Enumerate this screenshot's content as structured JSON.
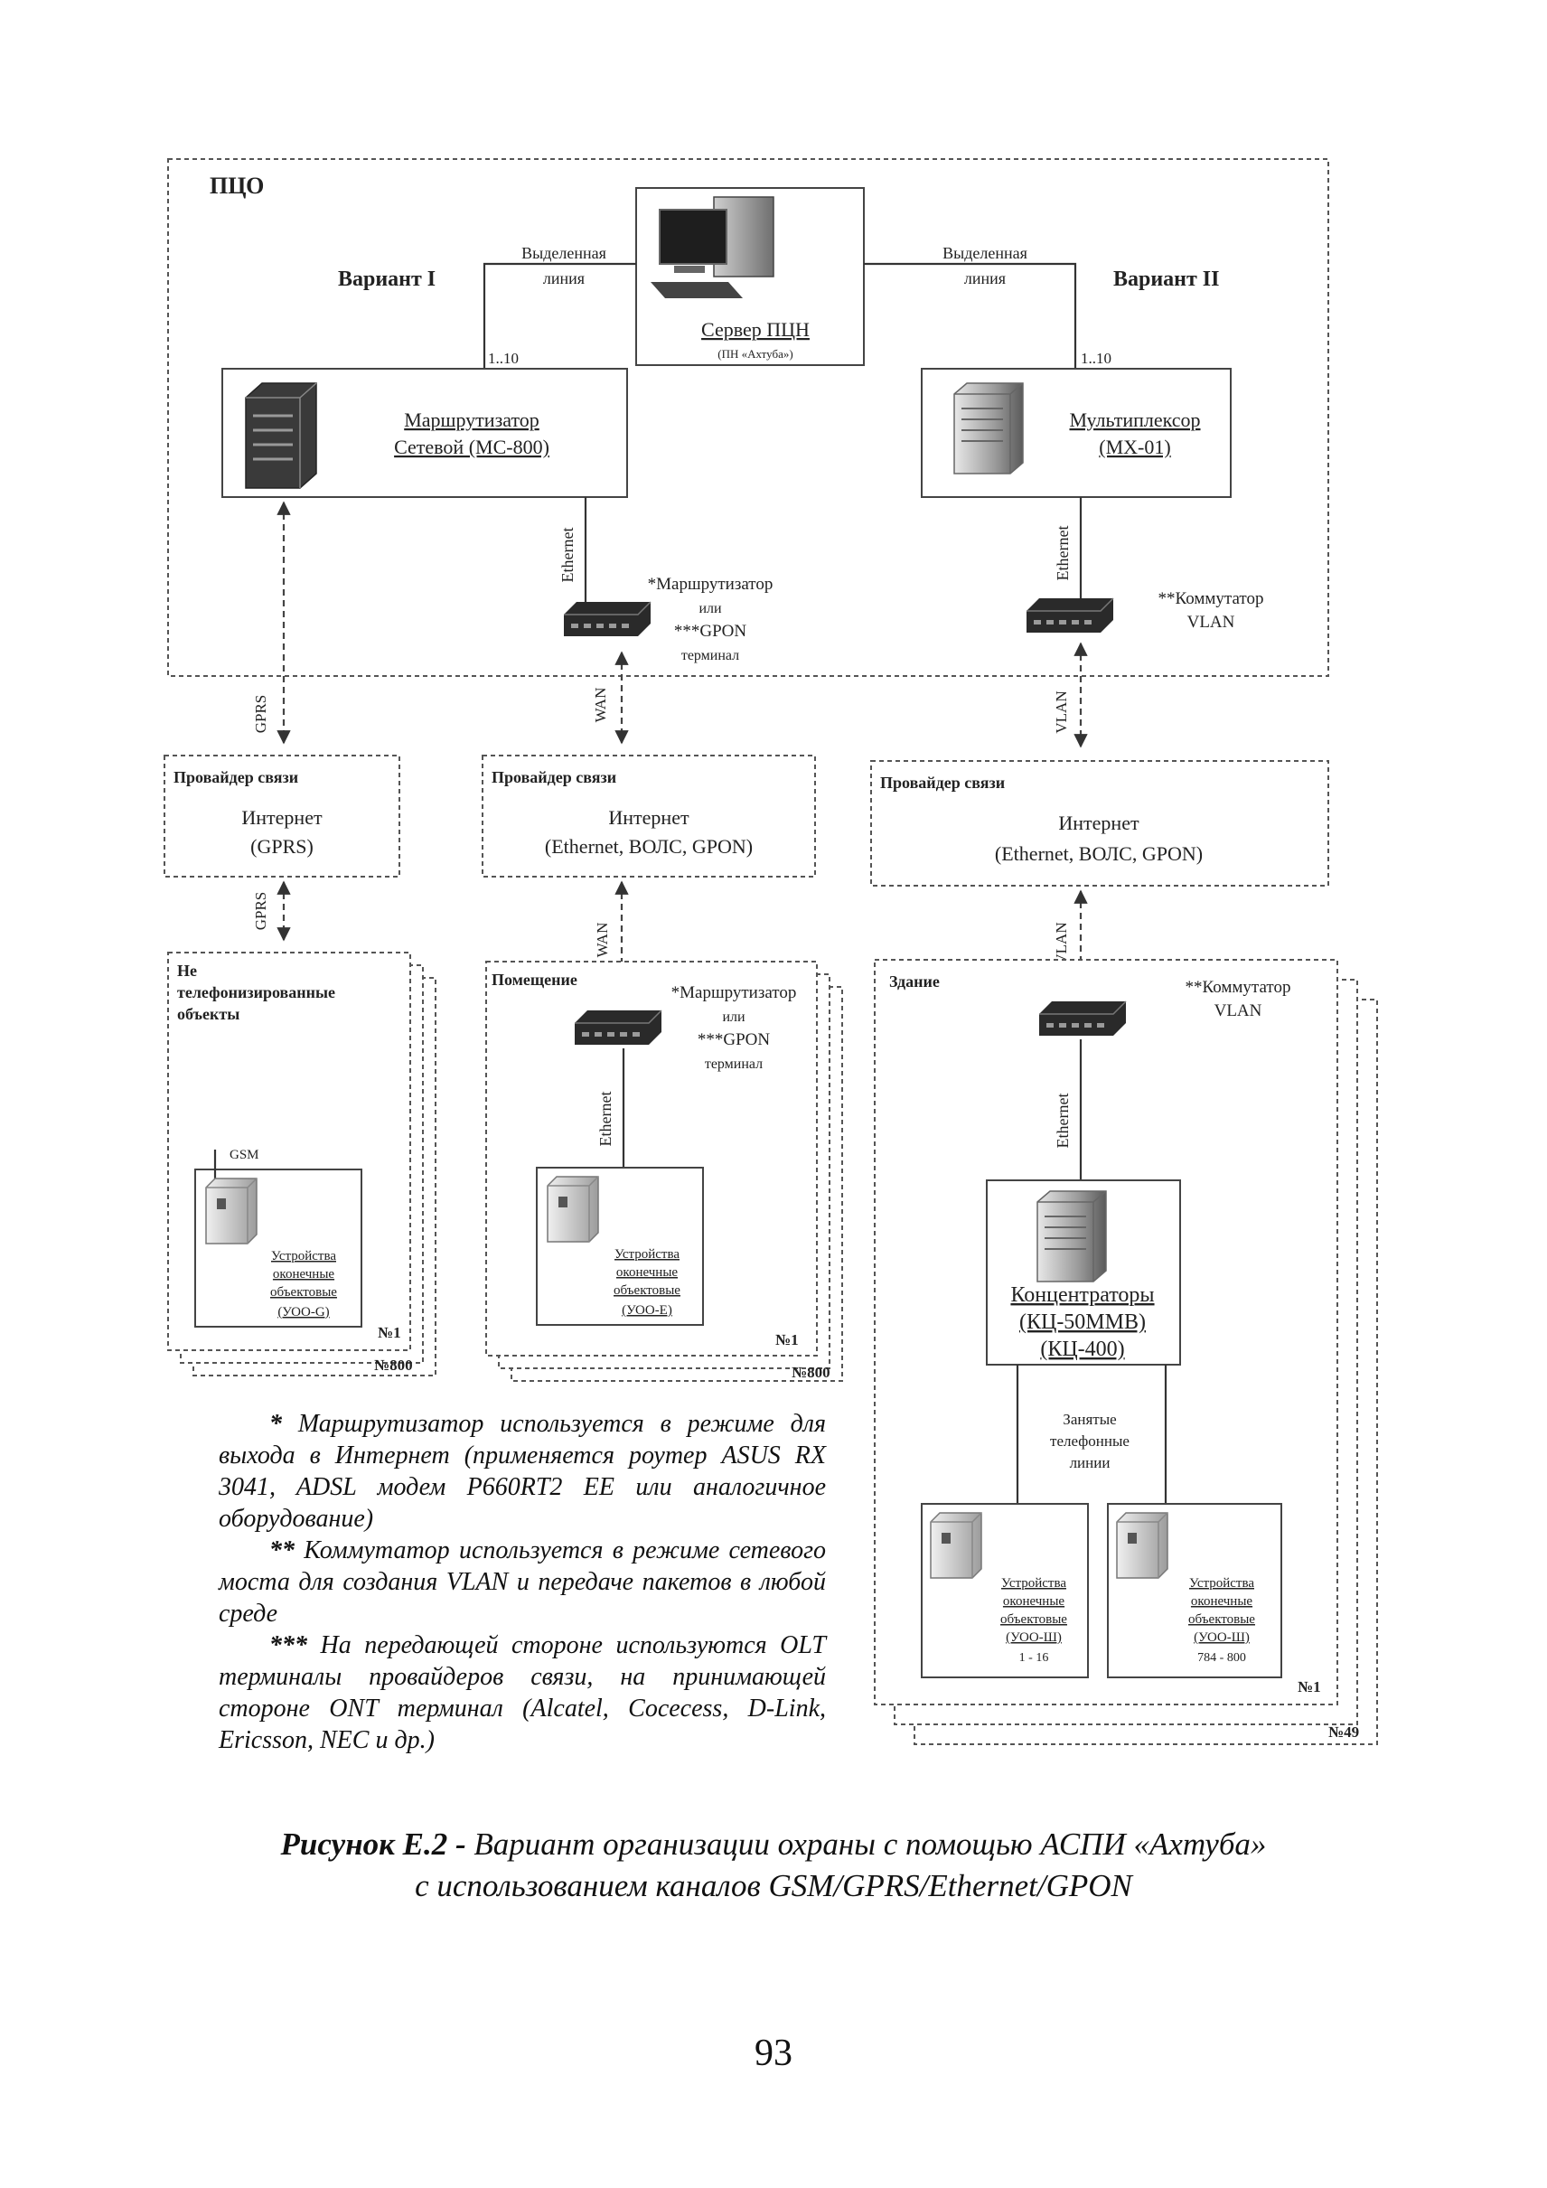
{
  "diagram": {
    "pcn_label": "ПЦО",
    "variant1": "Вариант I",
    "variant2": "Вариант II",
    "leased_line_left": [
      "Выделенная",
      "линия"
    ],
    "leased_line_right": [
      "Выделенная",
      "линия"
    ],
    "range_left": "1..10",
    "range_right": "1..10",
    "server": [
      "Сервер ПЦН",
      "(ПН «Ахтуба»)"
    ],
    "router_mc": [
      "Маршрутизатор",
      "Сетевой (МС-800)"
    ],
    "mux": [
      "Мультиплексор",
      "(МХ-01)"
    ],
    "ethernet": "Ethernet",
    "router_note": [
      "*Маршрутизатор",
      "или",
      "***GPON",
      "терминал"
    ],
    "switch_note": [
      "**Коммутатор",
      "VLAN"
    ],
    "gprs": "GPRS",
    "wan": "WAN",
    "vlan": "VLAN",
    "provider_title": "Провайдер связи",
    "internet": "Интернет",
    "gprs_paren": "(GPRS)",
    "ethernet_vols_gpon": "(Ethernet, ВОЛС, GPON)",
    "non_phone_objects": [
      "Не",
      "телефонизированные",
      "объекты"
    ],
    "premises": "Помещение",
    "building": "Здание",
    "gsm": "GSM",
    "device_g": [
      "Устройства",
      "оконечные",
      "объектовые",
      "(УОО-G)"
    ],
    "device_e": [
      "Устройства",
      "оконечные",
      "объектовые",
      "(УОО-E)"
    ],
    "device_sh1": [
      "Устройства",
      "оконечные",
      "объектовые",
      "(УОО-Ш)",
      "1 - 16"
    ],
    "device_sh2": [
      "Устройства",
      "оконечные",
      "объектовые",
      "(УОО-Ш)",
      "784 - 800"
    ],
    "concentrators": [
      "Концентраторы",
      "(КЦ-50ММВ)",
      "(КЦ-400)"
    ],
    "busy_lines": [
      "Занятые",
      "телефонные",
      "линии"
    ],
    "no1": "№1",
    "no800": "№800",
    "no49": "№49"
  },
  "notes": {
    "n1_mark": "*",
    "n1": "Маршрутизатор используется в режиме для выхода в Интернет (применяется роутер ASUS RX 3041, ADSL модем P660RT2 EE или аналогичное оборудование)",
    "n2_mark": "**",
    "n2": "Коммутатор используется в режиме сетевого моста для создания VLAN и передаче пакетов в любой среде",
    "n3_mark": "***",
    "n3": "На передающей стороне используются OLT терминалы провайдеров связи, на принимающей стороне ONT терминал (Alcatel, Cocecess, D-Link, Ericsson, NEC и др.)"
  },
  "caption": {
    "label": "Рисунок Е.2 -",
    "line1": "Вариант организации охраны с помощью АСПИ «Ахтуба»",
    "line2": "с использованием каналов GSM/GPRS/Ethernet/GPON"
  },
  "page_number": "93"
}
